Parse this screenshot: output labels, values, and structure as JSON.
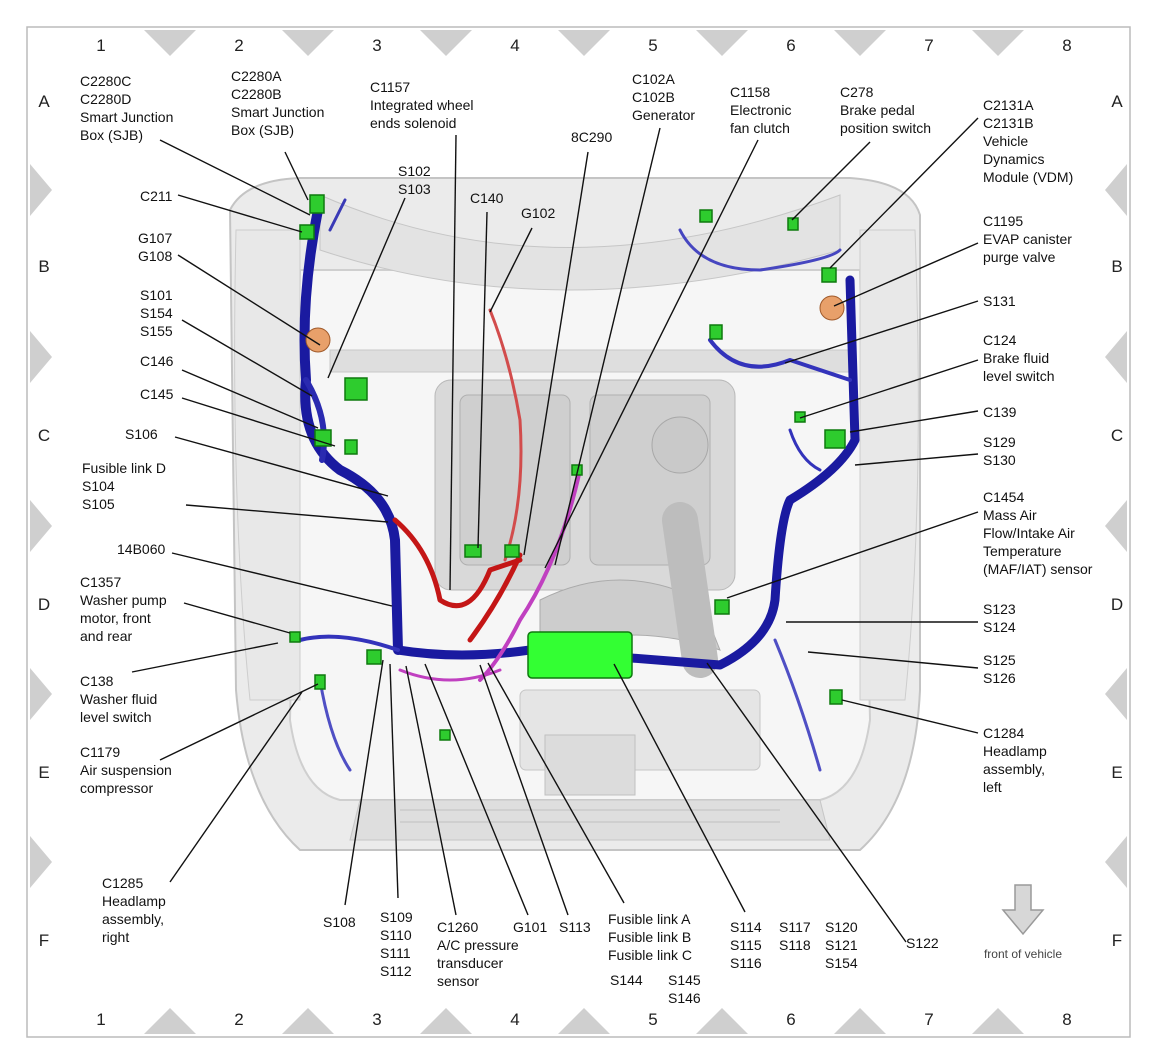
{
  "grid": {
    "columns": [
      "1",
      "2",
      "3",
      "4",
      "5",
      "6",
      "7",
      "8"
    ],
    "rows": [
      "A",
      "B",
      "C",
      "D",
      "E",
      "F"
    ]
  },
  "front_note": "front of vehicle",
  "callouts": [
    {
      "id": "c2280c",
      "lines": [
        "C2280C",
        "C2280D",
        "Smart Junction",
        "Box (SJB)"
      ]
    },
    {
      "id": "c2280a",
      "lines": [
        "C2280A",
        "C2280B",
        "Smart Junction",
        "Box (SJB)"
      ]
    },
    {
      "id": "c1157",
      "lines": [
        "C1157",
        "Integrated wheel",
        "ends solenoid"
      ]
    },
    {
      "id": "c102a",
      "lines": [
        "C102A",
        "C102B",
        "Generator"
      ]
    },
    {
      "id": "c1158",
      "lines": [
        "C1158",
        "Electronic",
        "fan clutch"
      ]
    },
    {
      "id": "c278",
      "lines": [
        "C278",
        "Brake pedal",
        "position switch"
      ]
    },
    {
      "id": "c2131a",
      "lines": [
        "C2131A",
        "C2131B",
        "Vehicle",
        "Dynamics",
        "Module (VDM)"
      ]
    },
    {
      "id": "s102",
      "lines": [
        "S102",
        "S103"
      ]
    },
    {
      "id": "8c290",
      "lines": [
        "8C290"
      ]
    },
    {
      "id": "c211",
      "lines": [
        "C211"
      ]
    },
    {
      "id": "c140",
      "lines": [
        "C140"
      ]
    },
    {
      "id": "g102",
      "lines": [
        "G102"
      ]
    },
    {
      "id": "g107",
      "lines": [
        "G107",
        "G108"
      ]
    },
    {
      "id": "c1195",
      "lines": [
        "C1195",
        "EVAP canister",
        "purge valve"
      ]
    },
    {
      "id": "s101",
      "lines": [
        "S101",
        "S154",
        "S155"
      ]
    },
    {
      "id": "s131",
      "lines": [
        "S131"
      ]
    },
    {
      "id": "c146",
      "lines": [
        "C146"
      ]
    },
    {
      "id": "c124",
      "lines": [
        "C124",
        "Brake fluid",
        "level switch"
      ]
    },
    {
      "id": "c145",
      "lines": [
        "C145"
      ]
    },
    {
      "id": "c139",
      "lines": [
        "C139"
      ]
    },
    {
      "id": "s106",
      "lines": [
        "S106"
      ]
    },
    {
      "id": "s129",
      "lines": [
        "S129",
        "S130"
      ]
    },
    {
      "id": "fusd",
      "lines": [
        "Fusible link D",
        "S104",
        "S105"
      ]
    },
    {
      "id": "c1454",
      "lines": [
        "C1454",
        "Mass Air",
        "Flow/Intake Air",
        "Temperature",
        "(MAF/IAT) sensor"
      ]
    },
    {
      "id": "14b060",
      "lines": [
        "14B060"
      ]
    },
    {
      "id": "c1357",
      "lines": [
        "C1357",
        "Washer pump",
        "motor, front",
        "and rear"
      ]
    },
    {
      "id": "s123",
      "lines": [
        "S123",
        "S124"
      ]
    },
    {
      "id": "c138",
      "lines": [
        "C138",
        "Washer fluid",
        "level switch"
      ]
    },
    {
      "id": "s125",
      "lines": [
        "S125",
        "S126"
      ]
    },
    {
      "id": "c1284",
      "lines": [
        "C1284",
        "Headlamp",
        "assembly,",
        "left"
      ]
    },
    {
      "id": "c1179",
      "lines": [
        "C1179",
        "Air suspension",
        "compressor"
      ]
    },
    {
      "id": "c1285",
      "lines": [
        "C1285",
        "Headlamp",
        "assembly,",
        "right"
      ]
    },
    {
      "id": "s108",
      "lines": [
        "S108"
      ]
    },
    {
      "id": "s109",
      "lines": [
        "S109",
        "S110",
        "S111",
        "S112"
      ]
    },
    {
      "id": "c1260",
      "lines": [
        "C1260",
        "A/C pressure",
        "transducer",
        "sensor"
      ]
    },
    {
      "id": "g101",
      "lines": [
        "G101"
      ]
    },
    {
      "id": "s113",
      "lines": [
        "S113"
      ]
    },
    {
      "id": "fusab",
      "lines": [
        "Fusible link A",
        "Fusible link B",
        "Fusible link C"
      ]
    },
    {
      "id": "s144",
      "lines": [
        "S144"
      ]
    },
    {
      "id": "s145",
      "lines": [
        "S145",
        "S146"
      ]
    },
    {
      "id": "s114",
      "lines": [
        "S114",
        "S115",
        "S116"
      ]
    },
    {
      "id": "s117",
      "lines": [
        "S117",
        "S118"
      ]
    },
    {
      "id": "s120",
      "lines": [
        "S120",
        "S121",
        "S154"
      ]
    },
    {
      "id": "s122",
      "lines": [
        "S122"
      ]
    }
  ]
}
